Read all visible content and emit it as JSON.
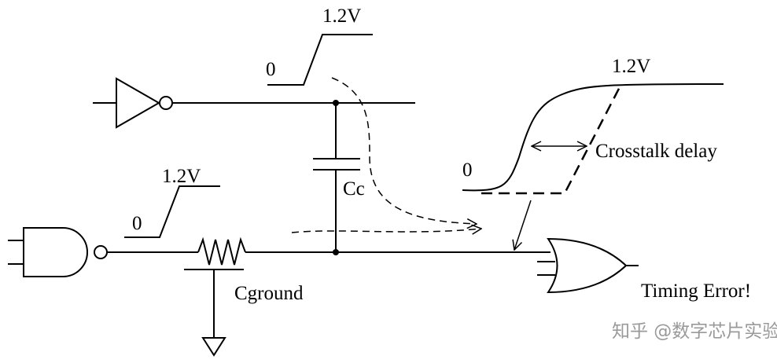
{
  "diagram": {
    "aggressor": {
      "v_high": "1.2V",
      "v_low": "0"
    },
    "victim": {
      "v_high": "1.2V",
      "v_low": "0"
    },
    "coupling_cap": "Cc",
    "ground_cap": "Cground",
    "waveform": {
      "v_high": "1.2V",
      "v_low": "0",
      "delay_label": "Crosstalk delay"
    },
    "result": "Timing Error!"
  },
  "watermark": "知乎 @数字芯片实验室",
  "colors": {
    "ink": "#000000",
    "watermark": "#9a9a9a",
    "background": "#ffffff"
  }
}
